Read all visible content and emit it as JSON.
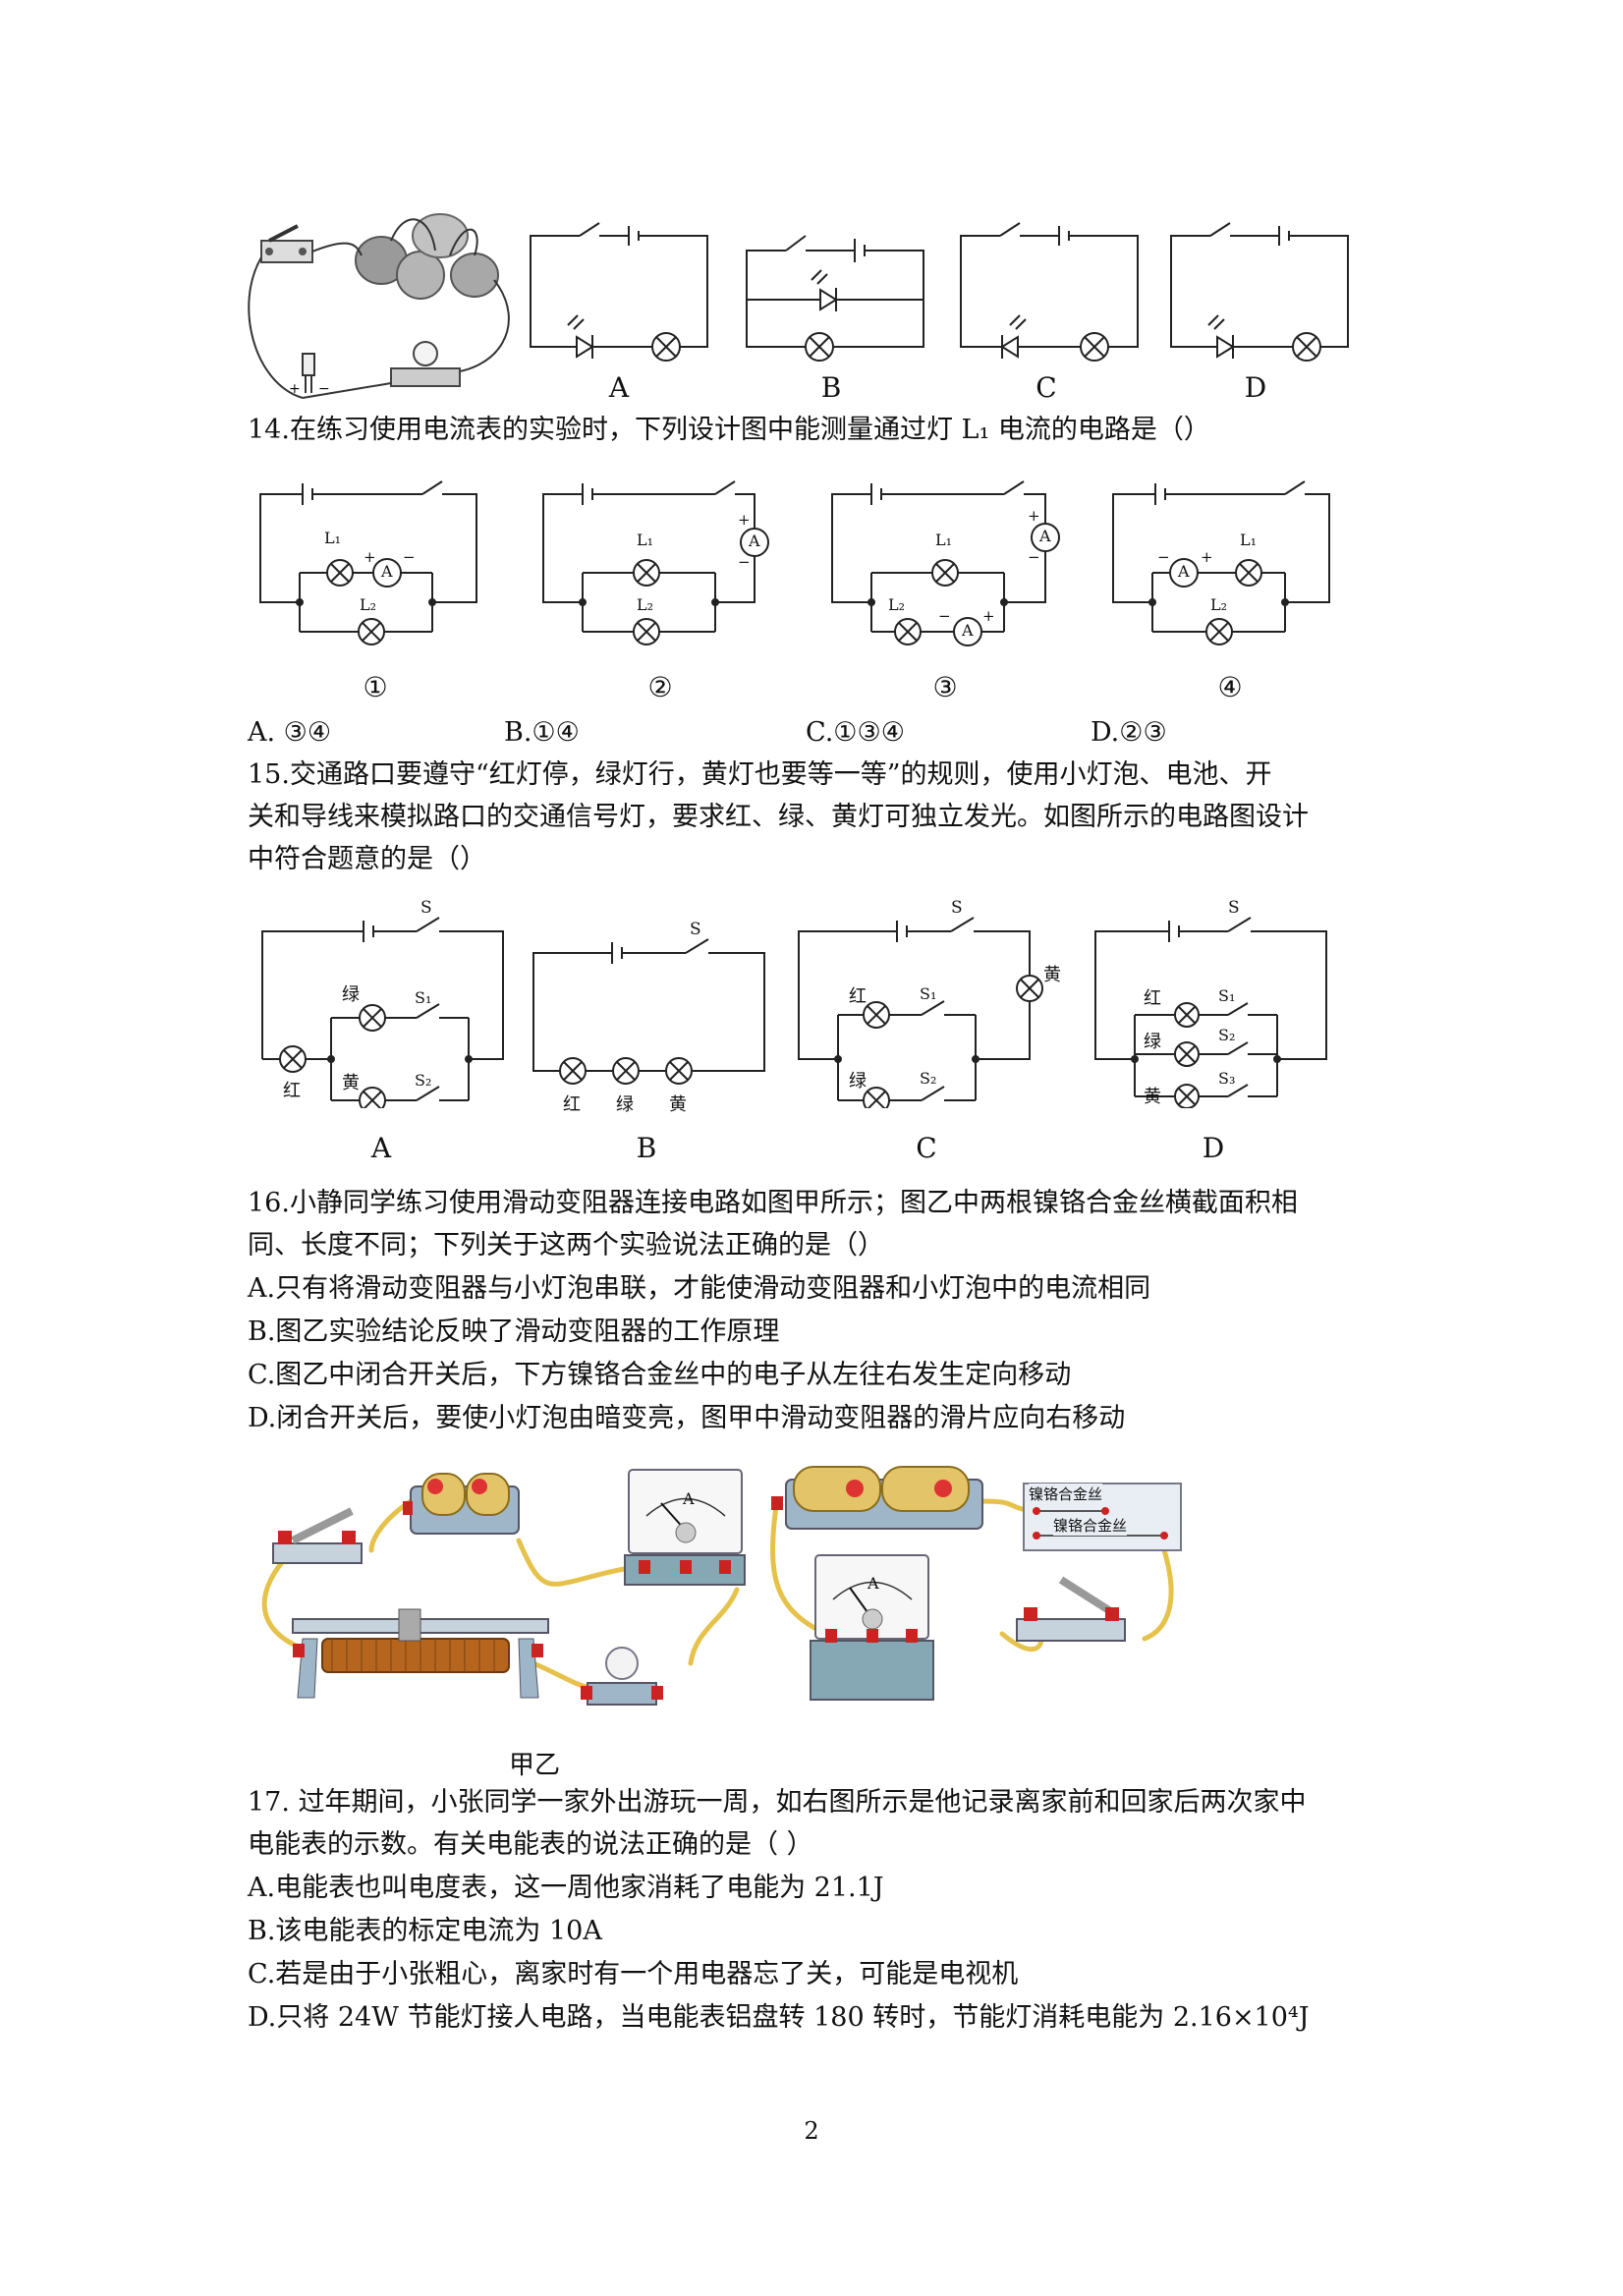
{
  "q13": {
    "labels": [
      "A",
      "B",
      "C",
      "D"
    ]
  },
  "q14": {
    "stem": "14.在练习使用电流表的实验时，下列设计图中能测量通过灯 L₁ 电流的电路是（）",
    "circuit_labels": [
      "①",
      "②",
      "③",
      "④"
    ],
    "lamp1": "L₁",
    "lamp2": "L₂",
    "meter": "A",
    "plus": "+",
    "minus": "−",
    "options": [
      "A. ③④",
      "B.①④",
      "C.①③④",
      "D.②③"
    ]
  },
  "q15": {
    "stem": [
      "15.交通路口要遵守“红灯停，绿灯行，黄灯也要等一等”的规则，使用小灯泡、电池、开",
      "关和导线来模拟路口的交通信号灯，要求红、绿、黄灯可独立发光。如图所示的电路图设计",
      "中符合题意的是（）"
    ],
    "labels": [
      "A",
      "B",
      "C",
      "D"
    ],
    "red": "红",
    "green": "绿",
    "yellow": "黄",
    "s": "S",
    "s1": "S₁",
    "s2": "S₂",
    "s3": "S₃"
  },
  "q16": {
    "stem": [
      "16.小静同学练习使用滑动变阻器连接电路如图甲所示；图乙中两根镍铬合金丝横截面积相",
      "同、长度不同；下列关于这两个实验说法正确的是（）"
    ],
    "options": [
      "A.只有将滑动变阻器与小灯泡串联，才能使滑动变阻器和小灯泡中的电流相同",
      "B.图乙实验结论反映了滑动变阻器的工作原理",
      "C.图乙中闭合开关后，下方镍铬合金丝中的电子从左往右发生定向移动",
      "D.闭合开关后，要使小灯泡由暗变亮，图甲中滑动变阻器的滑片应向右移动"
    ],
    "board_label_1": "镍铬合金丝",
    "board_label_2": "镍铬合金丝",
    "meter": "A",
    "caption": "甲乙"
  },
  "q17": {
    "stem": [
      "17. 过年期间，小张同学一家外出游玩一周，如右图所示是他记录离家前和回家后两次家中",
      "电能表的示数。有关电能表的说法正确的是（      ）"
    ],
    "options": [
      "A.电能表也叫电度表，这一周他家消耗了电能为 21.1J",
      "B.该电能表的标定电流为 10A",
      "C.若是由于小张粗心，离家时有一个用电器忘了关，可能是电视机",
      "D.只将 24W 节能灯接人电路，当电能表铝盘转 180 转时，节能灯消耗电能为 2.16×10⁴J"
    ]
  },
  "page_number": "2"
}
